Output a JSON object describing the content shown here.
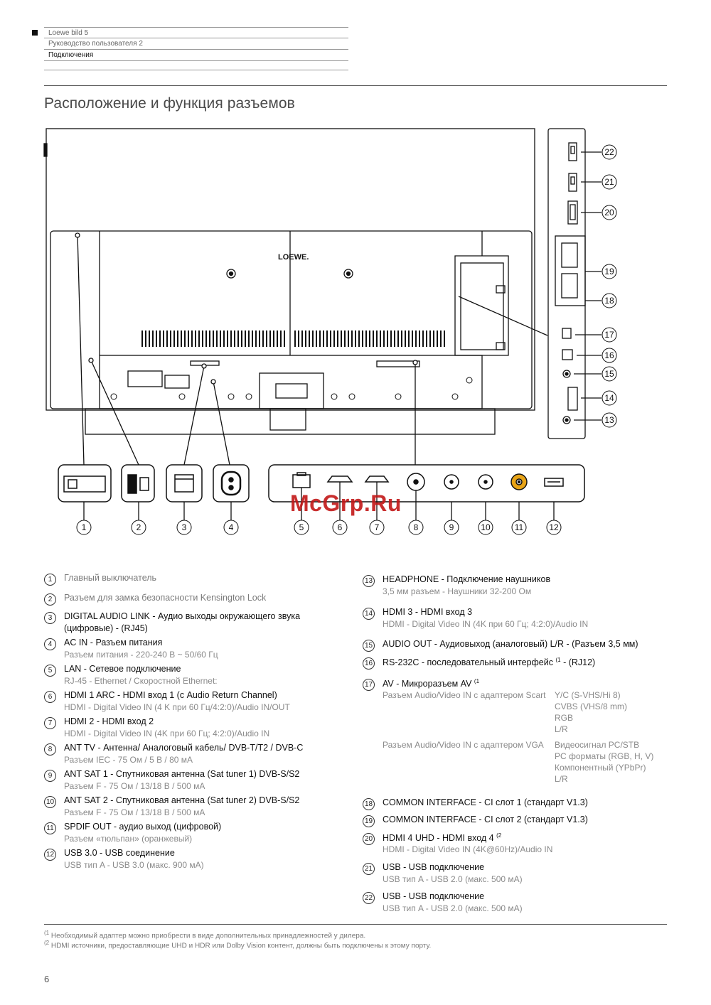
{
  "header": {
    "brand": "Loewe bild 5",
    "manual": "Руководство пользователя 2",
    "section": "Подключения"
  },
  "page_title": "Расположение и функция разъемов",
  "diagram": {
    "logo": "LOEWE.",
    "watermark": "McGrp.Ru",
    "callouts": [
      "1",
      "2",
      "3",
      "4",
      "5",
      "6",
      "7",
      "8",
      "9",
      "10",
      "11",
      "12",
      "13",
      "14",
      "15",
      "16",
      "17",
      "18",
      "19",
      "20",
      "21",
      "22"
    ],
    "colors": {
      "spdif_connector": "#e8a417",
      "watermark": "#c31818"
    }
  },
  "left_items": [
    {
      "n": "1",
      "title": "Главный выключатель",
      "sub": []
    },
    {
      "n": "2",
      "title": "Разъем для замка безопасности Kensington Lock",
      "sub": []
    },
    {
      "n": "3",
      "title": "DIGITAL AUDIO LINK - Аудио выходы окружающего звука",
      "sub": [
        "(цифровые) - (RJ45)"
      ]
    },
    {
      "n": "4",
      "title": "AC IN - Разъем питания",
      "sub": [
        "Разъем питания - 220-240 В ~ 50/60 Гц"
      ]
    },
    {
      "n": "5",
      "title": "LAN - Сетевое подключение",
      "sub": [
        "RJ-45 - Ethernet / Скоростной Ethernet:"
      ]
    },
    {
      "n": "6",
      "title": "HDMI 1 ARC - HDMI вход 1 (с Audio Return Channel)",
      "sub": [
        "HDMI - Digital Video IN (4 K при 60 Гц/4:2:0)/Audio IN/OUT"
      ]
    },
    {
      "n": "7",
      "title": "HDMI 2 - HDMI вход 2",
      "sub": [
        "HDMI - Digital Video IN (4K при 60 Гц; 4:2:0)/Audio IN"
      ]
    },
    {
      "n": "8",
      "title": "ANT TV - Антенна/ Аналоговый кабель/ DVB-T/T2 / DVB-C",
      "sub": [
        "Разъем IEC - 75 Ом / 5 В / 80 мА"
      ]
    },
    {
      "n": "9",
      "title": "ANT SAT 1 - Спутниковая антенна (Sat tuner 1) DVB-S/S2",
      "sub": [
        "Разъем F - 75 Ом / 13/18 В / 500 мА"
      ]
    },
    {
      "n": "10",
      "title": "ANT SAT 2 - Спутниковая антенна (Sat tuner 2) DVB-S/S2",
      "sub": [
        "Разъем F - 75 Ом / 13/18 В / 500 мА"
      ]
    },
    {
      "n": "11",
      "title": "SPDIF OUT - аудио выход (цифровой)",
      "sub": [
        "Разъем «тюльпан» (оранжевый)"
      ]
    },
    {
      "n": "12",
      "title": "USB 3.0 - USB соединение",
      "sub": [
        "USB тип A - USB 3.0 (макс. 900 мА)"
      ]
    }
  ],
  "right_items": [
    {
      "n": "13",
      "title": "HEADPHONE - Подключение наушников",
      "sub": [
        "3,5 мм разъем - Наушники 32-200 Ом"
      ]
    },
    {
      "n": "14",
      "title": "HDMI 3 - HDMI вход 3",
      "sub": [
        "HDMI - Digital Video IN (4K при 60 Гц; 4:2:0)/Audio IN"
      ]
    },
    {
      "n": "15",
      "title": "AUDIO OUT - Аудиовыход (аналоговый) L/R - (Разъем 3,5 мм)",
      "sub": []
    },
    {
      "n": "16",
      "title": "RS-232C - последовательный интерфейс",
      "sup": "(1",
      "tail": " - (RJ12)",
      "sub": []
    },
    {
      "n": "17",
      "title": "AV - Микроразъем AV",
      "sup": "(1",
      "tail": "",
      "sub": []
    },
    {
      "n": "18",
      "title": "COMMON INTERFACE - CI слот 1 (стандарт V1.3)",
      "sub": []
    },
    {
      "n": "19",
      "title": "COMMON INTERFACE - CI слот 2 (стандарт V1.3)",
      "sub": []
    },
    {
      "n": "20",
      "title": "HDMI 4 UHD - HDMI вход 4",
      "sup": "(2",
      "tail": "",
      "sub": [
        "HDMI - Digital Video IN (4K@60Hz)/Audio IN"
      ]
    },
    {
      "n": "21",
      "title": "USB - USB подключение",
      "sub": [
        "USB тип A - USB 2.0 (макс. 500 мА)"
      ]
    },
    {
      "n": "22",
      "title": "USB - USB подключение",
      "sub": [
        "USB тип A - USB 2.0 (макс. 500 мА)"
      ]
    }
  ],
  "av_details": {
    "scart_label": "Разъем Audio/Video IN с адаптером Scart",
    "scart_values": [
      "Y/C (S-VHS/Hi 8)",
      "CVBS (VHS/8 mm)",
      "RGB",
      "L/R"
    ],
    "vga_label": "Разъем Audio/Video IN с адаптером VGA",
    "vga_values": [
      "Видеосигнал PC/STB",
      "PC форматы (RGB, H, V)",
      "Компонентный (YPbPr)",
      "L/R"
    ]
  },
  "footnotes": [
    "Необходимый адаптер можно приобрести в виде дополнительных принадлежностей у дилера.",
    "HDMI источники, предоставляющие UHD и HDR или Dolby Vision контент, должны быть подключены к этому порту."
  ],
  "footnote_marks": [
    "(1",
    "(2"
  ],
  "page_number": "6"
}
